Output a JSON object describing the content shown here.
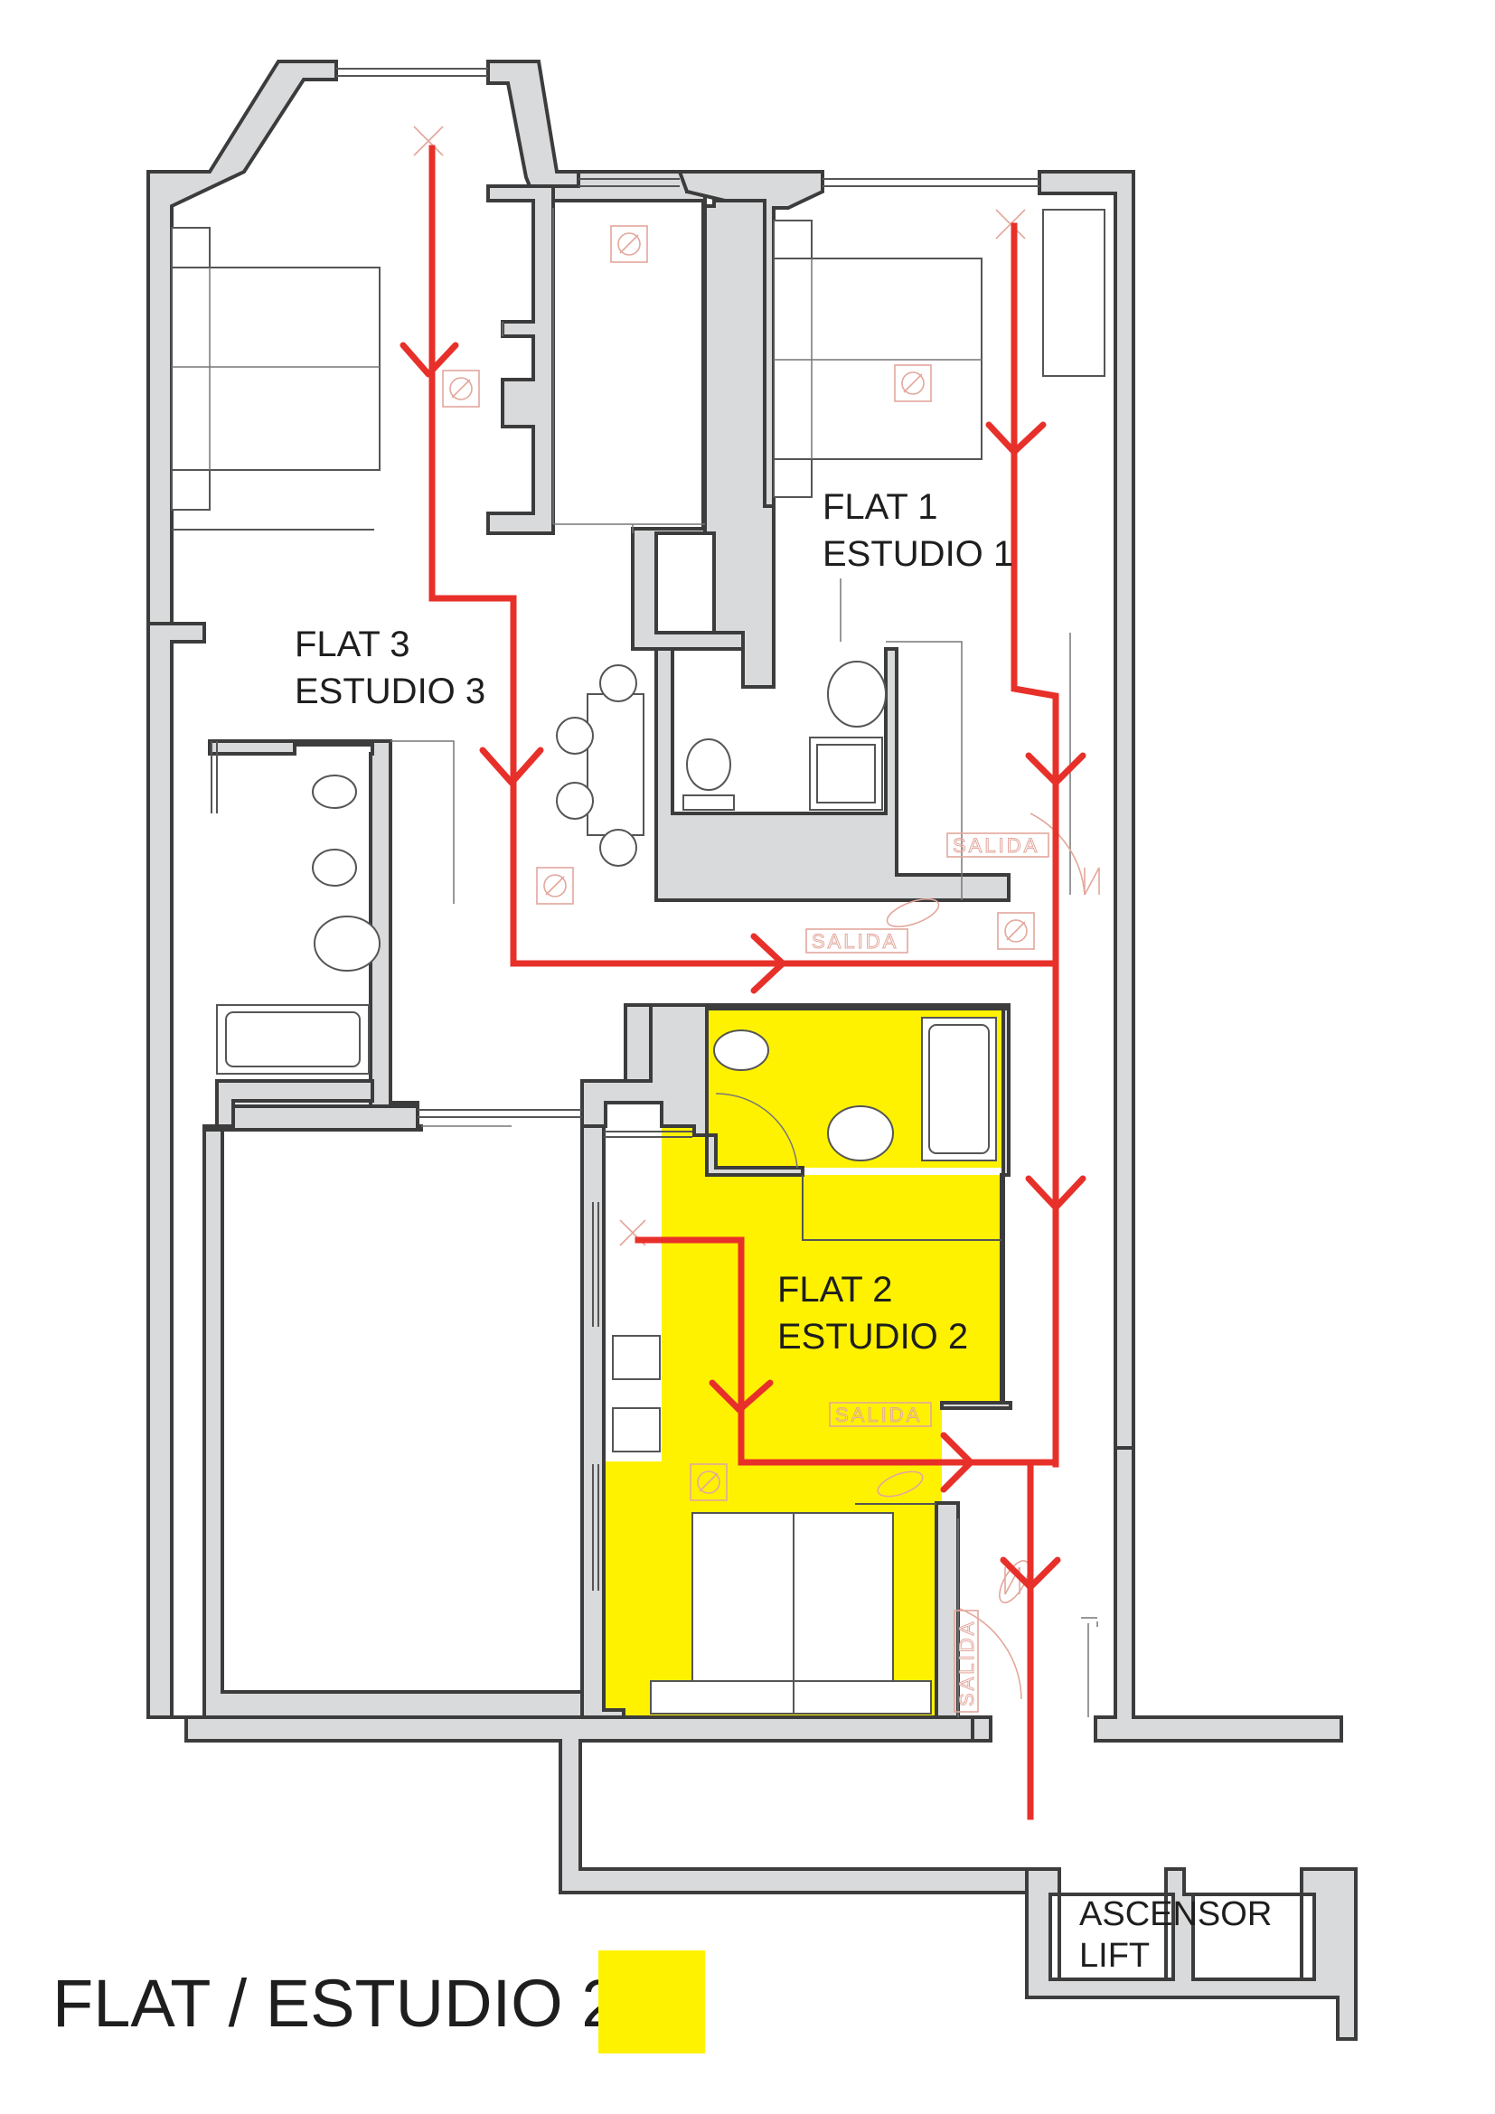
{
  "flats": [
    {
      "name": "FLAT 1",
      "alt": "ESTUDIO 1"
    },
    {
      "name": "FLAT 2",
      "alt": "ESTUDIO 2"
    },
    {
      "name": "FLAT 3",
      "alt": "ESTUDIO 3"
    }
  ],
  "exit_sign_text": "SALIDA",
  "lift": {
    "line1": "ASCENSOR",
    "line2": "LIFT"
  },
  "legend": {
    "text": "FLAT / ESTUDIO 2",
    "swatch_color": "#fff200"
  },
  "colors": {
    "highlight": "#fff200",
    "evacuation_route": "#e8302a",
    "wall_fill": "#d9dadb",
    "wall_stroke": "#3c3c3c",
    "signage": "#e3a79c"
  }
}
